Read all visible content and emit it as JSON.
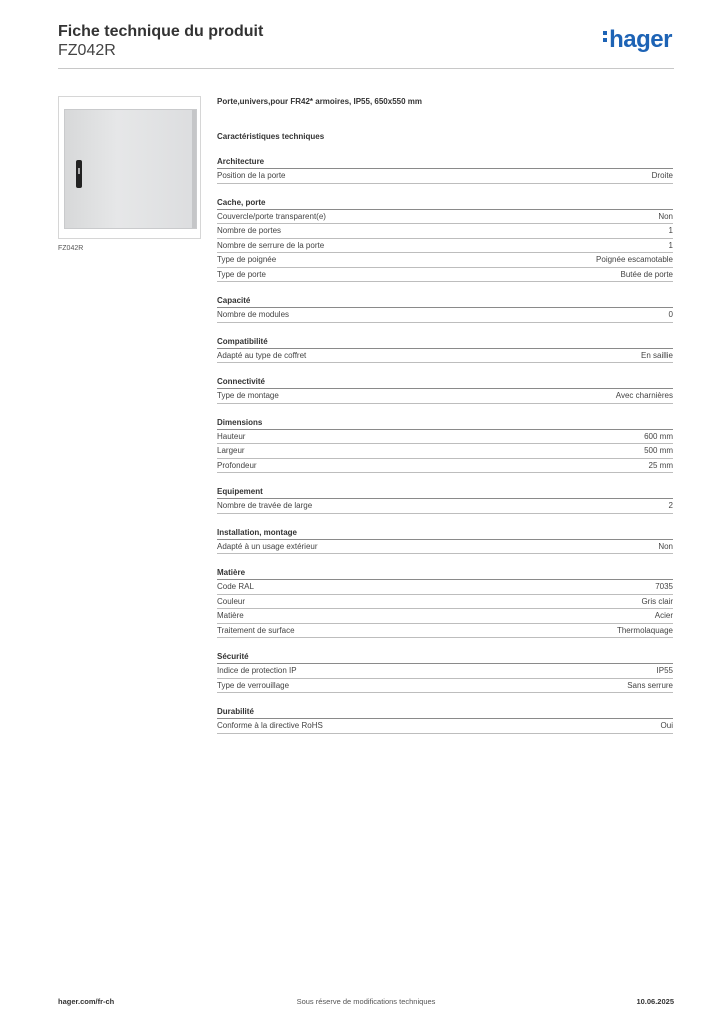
{
  "header": {
    "title": "Fiche technique du produit",
    "reference": "FZ042R",
    "logo": "hager"
  },
  "product": {
    "image_caption": "FZ042R",
    "description": "Porte,univers,pour FR42* armoires, IP55, 650x550 mm",
    "specs_heading": "Caractéristiques techniques"
  },
  "sections": [
    {
      "title": "Architecture",
      "rows": [
        {
          "label": "Position de la porte",
          "value": "Droite"
        }
      ]
    },
    {
      "title": "Cache, porte",
      "rows": [
        {
          "label": "Couvercle/porte transparent(e)",
          "value": "Non"
        },
        {
          "label": "Nombre de portes",
          "value": "1"
        },
        {
          "label": "Nombre de serrure de la porte",
          "value": "1"
        },
        {
          "label": "Type de poignée",
          "value": "Poignée escamotable"
        },
        {
          "label": "Type de porte",
          "value": "Butée de porte"
        }
      ]
    },
    {
      "title": "Capacité",
      "rows": [
        {
          "label": "Nombre de modules",
          "value": "0"
        }
      ]
    },
    {
      "title": "Compatibilité",
      "rows": [
        {
          "label": "Adapté au type de coffret",
          "value": "En saillie"
        }
      ]
    },
    {
      "title": "Connectivité",
      "rows": [
        {
          "label": "Type de montage",
          "value": "Avec charnières"
        }
      ]
    },
    {
      "title": "Dimensions",
      "rows": [
        {
          "label": "Hauteur",
          "value": "600 mm"
        },
        {
          "label": "Largeur",
          "value": "500 mm"
        },
        {
          "label": "Profondeur",
          "value": "25 mm"
        }
      ]
    },
    {
      "title": "Equipement",
      "rows": [
        {
          "label": "Nombre de travée de large",
          "value": "2"
        }
      ]
    },
    {
      "title": "Installation, montage",
      "rows": [
        {
          "label": "Adapté à un usage extérieur",
          "value": "Non"
        }
      ]
    },
    {
      "title": "Matière",
      "rows": [
        {
          "label": "Code RAL",
          "value": "7035"
        },
        {
          "label": "Couleur",
          "value": "Gris clair"
        },
        {
          "label": "Matière",
          "value": "Acier"
        },
        {
          "label": "Traitement de surface",
          "value": "Thermolaquage"
        }
      ]
    },
    {
      "title": "Sécurité",
      "rows": [
        {
          "label": "Indice de protection IP",
          "value": "IP55"
        },
        {
          "label": "Type de verrouillage",
          "value": "Sans serrure"
        }
      ]
    },
    {
      "title": "Durabilité",
      "rows": [
        {
          "label": "Conforme à la directive RoHS",
          "value": "Oui"
        }
      ]
    }
  ],
  "footer": {
    "website": "hager.com/fr-ch",
    "disclaimer": "Sous réserve de modifications techniques",
    "date": "10.06.2025"
  },
  "colors": {
    "brand": "#1d63b5"
  }
}
